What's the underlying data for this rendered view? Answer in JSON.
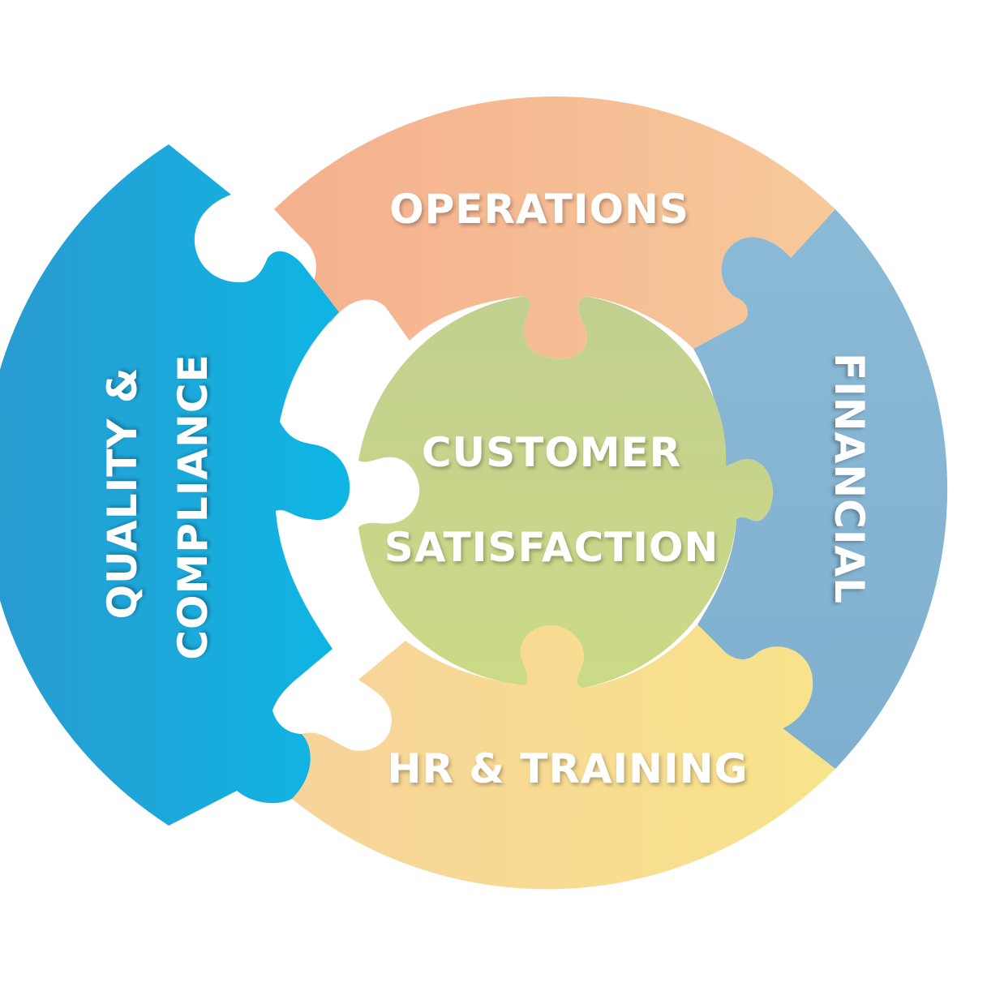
{
  "diagram": {
    "center": {
      "line1": "CUSTOMER",
      "line2": "SATISFACTION",
      "color": "#C5D48E"
    },
    "segments": [
      {
        "id": "operations",
        "label": "OPERATIONS",
        "color": "#F6B990"
      },
      {
        "id": "financial",
        "label": "FINANCIAL",
        "color": "#85B5D3"
      },
      {
        "id": "hr-training",
        "label": "HR & TRAINING",
        "color": "#F7DB8E"
      },
      {
        "id": "quality-compliance",
        "line1": "QUALITY &",
        "line2": "COMPLIANCE",
        "color": "#0DAEDF"
      }
    ],
    "text_color": "#FFFFFF"
  }
}
